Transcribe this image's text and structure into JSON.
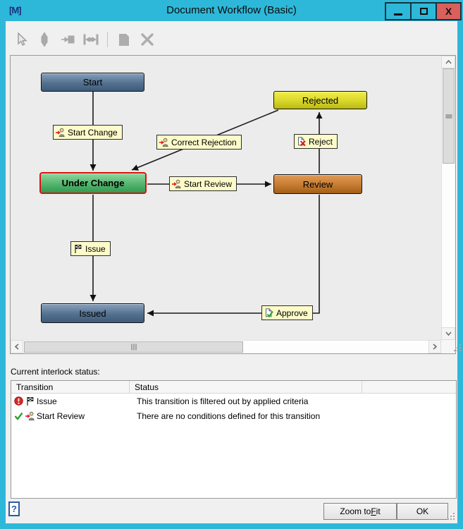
{
  "window": {
    "title": "Document Workflow (Basic)",
    "icon_text": "[M]"
  },
  "toolbar": {
    "icons": [
      "select-cursor",
      "fit-node",
      "align-to-node",
      "distribute-nodes",
      "copy-document",
      "delete"
    ]
  },
  "diagram": {
    "nodes": [
      {
        "id": "start",
        "label": "Start",
        "color": "#54718f"
      },
      {
        "id": "rejected",
        "label": "Rejected",
        "color": "#d8d62c"
      },
      {
        "id": "under-change",
        "label": "Under Change",
        "color": "#55b46e",
        "highlight_border": "#e01111"
      },
      {
        "id": "review",
        "label": "Review",
        "color": "#c67c31"
      },
      {
        "id": "issued",
        "label": "Issued",
        "color": "#54718f"
      }
    ],
    "transitions": [
      {
        "id": "start-change",
        "label": "Start Change",
        "icon": "person-arrow-icon"
      },
      {
        "id": "correct-rejection",
        "label": "Correct Rejection",
        "icon": "person-arrow-icon"
      },
      {
        "id": "reject",
        "label": "Reject",
        "icon": "document-x-icon"
      },
      {
        "id": "start-review",
        "label": "Start Review",
        "icon": "person-arrow-icon"
      },
      {
        "id": "issue",
        "label": "Issue",
        "icon": "checkered-flag-icon"
      },
      {
        "id": "approve",
        "label": "Approve",
        "icon": "document-check-icon"
      }
    ]
  },
  "interlock": {
    "label": "Current interlock status:",
    "columns": [
      "Transition",
      "Status"
    ],
    "rows": [
      {
        "state_icon": "error-icon",
        "type_icon": "checkered-flag-icon",
        "transition": "Issue",
        "status": "This transition is filtered out by applied criteria"
      },
      {
        "state_icon": "ok-check-icon",
        "type_icon": "person-arrow-icon",
        "transition": "Start Review",
        "status": "There are no conditions defined for this transition"
      }
    ]
  },
  "footer": {
    "help": "?",
    "zoom_to_fit": {
      "pre": "Zoom to ",
      "accel": "F",
      "post": "it"
    },
    "ok": "OK"
  },
  "colors": {
    "titlebar": "#2db8d9",
    "close_button": "#d9605c",
    "dialog_bg": "#f0f0f0",
    "canvas_bg": "#ececec",
    "transition_label_bg": "#fcfbc9",
    "highlight_red": "#e01111"
  }
}
